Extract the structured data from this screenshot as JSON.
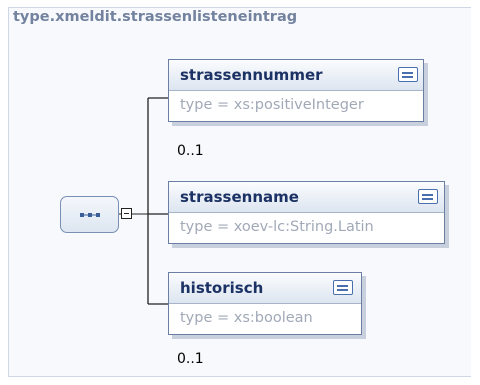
{
  "diagram": {
    "title": "type.xmeldit.strassenlisteneintrag",
    "sequence_icon": "sequence-compositor-icon",
    "toggle_icon": "collapse-minus-icon",
    "elements": [
      {
        "name": "strassennummer",
        "type_text": "type = xs:positiveInteger",
        "occurrence": "0..1",
        "doc_icon": "documentation-icon"
      },
      {
        "name": "strassenname",
        "type_text": "type = xoev-lc:String.Latin",
        "occurrence": "",
        "doc_icon": "documentation-icon"
      },
      {
        "name": "historisch",
        "type_text": "type = xs:boolean",
        "occurrence": "0..1",
        "doc_icon": "documentation-icon"
      }
    ]
  }
}
